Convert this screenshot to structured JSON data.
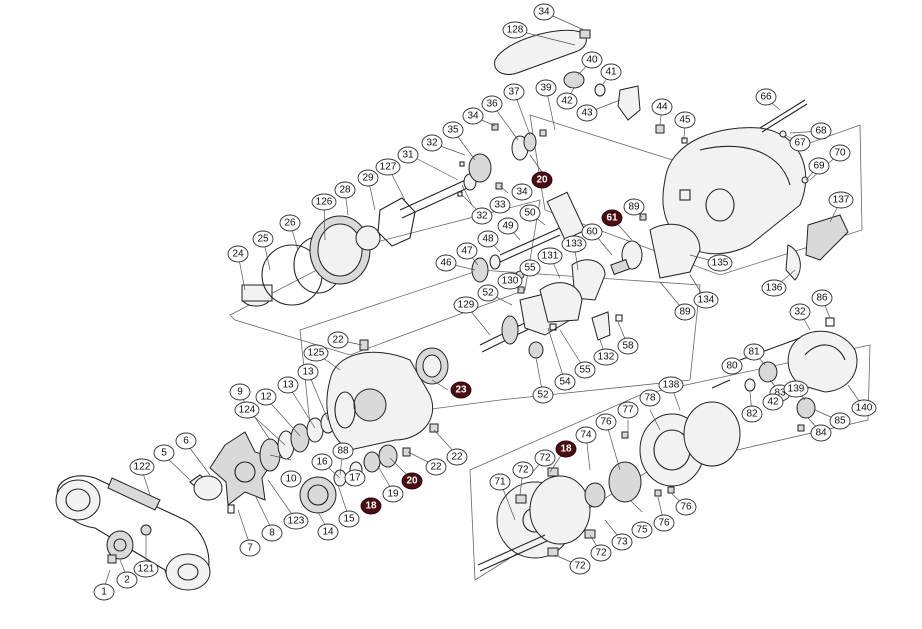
{
  "callouts": [
    {
      "id": "c1",
      "label": "1",
      "dark": false
    },
    {
      "id": "c2",
      "label": "2",
      "dark": false
    },
    {
      "id": "c121",
      "label": "121",
      "dark": false
    },
    {
      "id": "c122",
      "label": "122",
      "dark": false
    },
    {
      "id": "c5",
      "label": "5",
      "dark": false
    },
    {
      "id": "c6",
      "label": "6",
      "dark": false
    },
    {
      "id": "c7",
      "label": "7",
      "dark": false
    },
    {
      "id": "c8",
      "label": "8",
      "dark": false
    },
    {
      "id": "c123",
      "label": "123",
      "dark": false
    },
    {
      "id": "c9",
      "label": "9",
      "dark": false
    },
    {
      "id": "c10",
      "label": "10",
      "dark": false
    },
    {
      "id": "c124",
      "label": "124",
      "dark": false
    },
    {
      "id": "c12",
      "label": "12",
      "dark": false
    },
    {
      "id": "c13",
      "label": "13",
      "dark": false
    },
    {
      "id": "c13b",
      "label": "13",
      "dark": false
    },
    {
      "id": "c125",
      "label": "125",
      "dark": false
    },
    {
      "id": "c22a",
      "label": "22",
      "dark": false
    },
    {
      "id": "c23",
      "label": "23",
      "dark": true
    },
    {
      "id": "c22b",
      "label": "22",
      "dark": false
    },
    {
      "id": "c22c",
      "label": "22",
      "dark": false
    },
    {
      "id": "c20b",
      "label": "20",
      "dark": true
    },
    {
      "id": "c88",
      "label": "88",
      "dark": false
    },
    {
      "id": "c16",
      "label": "16",
      "dark": false
    },
    {
      "id": "c17",
      "label": "17",
      "dark": false
    },
    {
      "id": "c18a",
      "label": "18",
      "dark": true
    },
    {
      "id": "c19",
      "label": "19",
      "dark": false
    },
    {
      "id": "c15",
      "label": "15",
      "dark": false
    },
    {
      "id": "c14",
      "label": "14",
      "dark": false
    },
    {
      "id": "c24",
      "label": "24",
      "dark": false
    },
    {
      "id": "c25",
      "label": "25",
      "dark": false
    },
    {
      "id": "c26",
      "label": "26",
      "dark": false
    },
    {
      "id": "c126",
      "label": "126",
      "dark": false
    },
    {
      "id": "c28",
      "label": "28",
      "dark": false
    },
    {
      "id": "c29",
      "label": "29",
      "dark": false
    },
    {
      "id": "c127",
      "label": "127",
      "dark": false
    },
    {
      "id": "c31",
      "label": "31",
      "dark": false
    },
    {
      "id": "c32a",
      "label": "32",
      "dark": false
    },
    {
      "id": "c35",
      "label": "35",
      "dark": false
    },
    {
      "id": "c34a",
      "label": "34",
      "dark": false
    },
    {
      "id": "c36",
      "label": "36",
      "dark": false
    },
    {
      "id": "c37",
      "label": "37",
      "dark": false
    },
    {
      "id": "c20a",
      "label": "20",
      "dark": true
    },
    {
      "id": "c34b",
      "label": "34",
      "dark": false
    },
    {
      "id": "c33",
      "label": "33",
      "dark": false
    },
    {
      "id": "c32b",
      "label": "32",
      "dark": false
    },
    {
      "id": "c34c",
      "label": "34",
      "dark": false
    },
    {
      "id": "c128",
      "label": "128",
      "dark": false
    },
    {
      "id": "c40",
      "label": "40",
      "dark": false
    },
    {
      "id": "c41",
      "label": "41",
      "dark": false
    },
    {
      "id": "c39",
      "label": "39",
      "dark": false
    },
    {
      "id": "c42a",
      "label": "42",
      "dark": false
    },
    {
      "id": "c43",
      "label": "43",
      "dark": false
    },
    {
      "id": "c44",
      "label": "44",
      "dark": false
    },
    {
      "id": "c45",
      "label": "45",
      "dark": false
    },
    {
      "id": "c66",
      "label": "66",
      "dark": false
    },
    {
      "id": "c68",
      "label": "68",
      "dark": false
    },
    {
      "id": "c67",
      "label": "67",
      "dark": false
    },
    {
      "id": "c70",
      "label": "70",
      "dark": false
    },
    {
      "id": "c69",
      "label": "69",
      "dark": false
    },
    {
      "id": "c137",
      "label": "137",
      "dark": false
    },
    {
      "id": "c50",
      "label": "50",
      "dark": false
    },
    {
      "id": "c49",
      "label": "49",
      "dark": false
    },
    {
      "id": "c48",
      "label": "48",
      "dark": false
    },
    {
      "id": "c47",
      "label": "47",
      "dark": false
    },
    {
      "id": "c46",
      "label": "46",
      "dark": false
    },
    {
      "id": "c61",
      "label": "61",
      "dark": true
    },
    {
      "id": "c89a",
      "label": "89",
      "dark": false
    },
    {
      "id": "c60",
      "label": "60",
      "dark": false
    },
    {
      "id": "c133",
      "label": "133",
      "dark": false
    },
    {
      "id": "c131",
      "label": "131",
      "dark": false
    },
    {
      "id": "c55a",
      "label": "55",
      "dark": false
    },
    {
      "id": "c130",
      "label": "130",
      "dark": false
    },
    {
      "id": "c52a",
      "label": "52",
      "dark": false
    },
    {
      "id": "c129",
      "label": "129",
      "dark": false
    },
    {
      "id": "c135",
      "label": "135",
      "dark": false
    },
    {
      "id": "c136",
      "label": "136",
      "dark": false
    },
    {
      "id": "c134",
      "label": "134",
      "dark": false
    },
    {
      "id": "c89b",
      "label": "89",
      "dark": false
    },
    {
      "id": "c58",
      "label": "58",
      "dark": false
    },
    {
      "id": "c132",
      "label": "132",
      "dark": false
    },
    {
      "id": "c55b",
      "label": "55",
      "dark": false
    },
    {
      "id": "c54",
      "label": "54",
      "dark": false
    },
    {
      "id": "c52b",
      "label": "52",
      "dark": false
    },
    {
      "id": "c86",
      "label": "86",
      "dark": false
    },
    {
      "id": "c32c",
      "label": "32",
      "dark": false
    },
    {
      "id": "c81",
      "label": "81",
      "dark": false
    },
    {
      "id": "c80",
      "label": "80",
      "dark": false
    },
    {
      "id": "c83",
      "label": "83",
      "dark": false
    },
    {
      "id": "c139",
      "label": "139",
      "dark": false
    },
    {
      "id": "c82",
      "label": "82",
      "dark": false
    },
    {
      "id": "c42b",
      "label": "42",
      "dark": false
    },
    {
      "id": "c140",
      "label": "140",
      "dark": false
    },
    {
      "id": "c84",
      "label": "84",
      "dark": false
    },
    {
      "id": "c85",
      "label": "85",
      "dark": false
    },
    {
      "id": "c138",
      "label": "138",
      "dark": false
    },
    {
      "id": "c77",
      "label": "77",
      "dark": false
    },
    {
      "id": "c78",
      "label": "78",
      "dark": false
    },
    {
      "id": "c76a",
      "label": "76",
      "dark": false
    },
    {
      "id": "c74",
      "label": "74",
      "dark": false
    },
    {
      "id": "c18b",
      "label": "18",
      "dark": true
    },
    {
      "id": "c72a",
      "label": "72",
      "dark": false
    },
    {
      "id": "c72b",
      "label": "72",
      "dark": false
    },
    {
      "id": "c71",
      "label": "71",
      "dark": false
    },
    {
      "id": "c75",
      "label": "75",
      "dark": false
    },
    {
      "id": "c76b",
      "label": "76",
      "dark": false
    },
    {
      "id": "c76c",
      "label": "76",
      "dark": false
    },
    {
      "id": "c73",
      "label": "73",
      "dark": false
    },
    {
      "id": "c72c",
      "label": "72",
      "dark": false
    },
    {
      "id": "c72d",
      "label": "72",
      "dark": false
    }
  ]
}
